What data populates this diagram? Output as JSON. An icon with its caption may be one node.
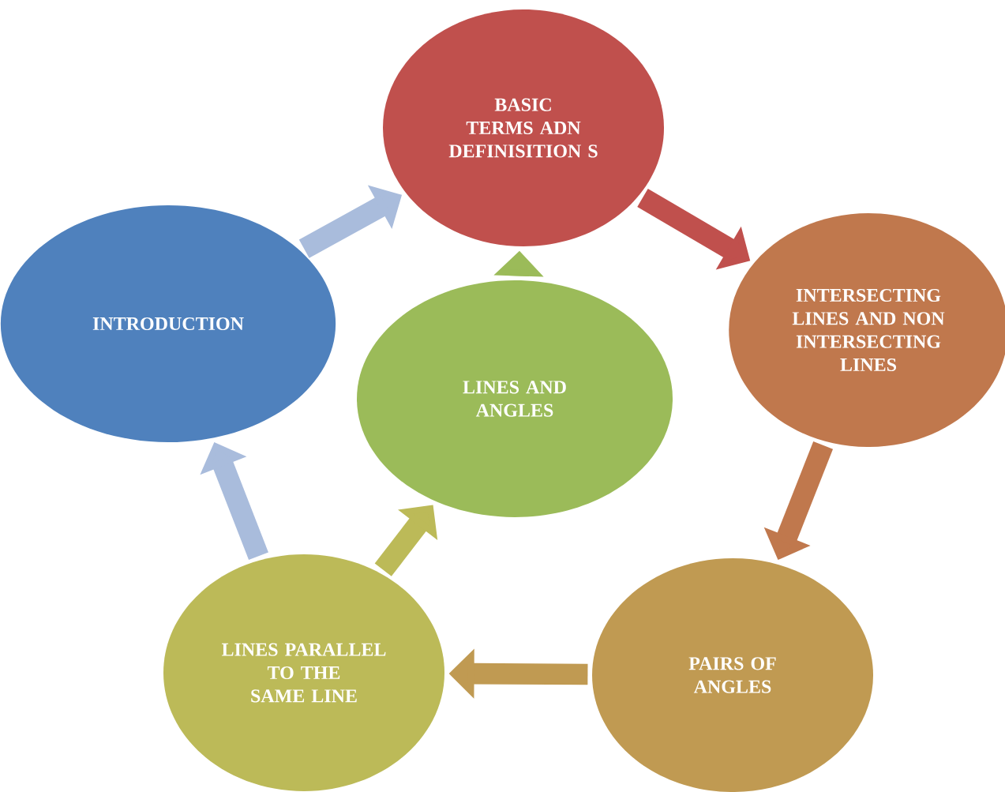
{
  "diagram": {
    "nodes": [
      {
        "text": [
          "INTRODUCTION"
        ]
      },
      {
        "text": [
          "BASIC TERMS ADN DEFINISITION S"
        ]
      },
      {
        "text": [
          "INTERSECTING LINES AND NON INTERSECTING LINES"
        ]
      },
      {
        "text": [
          "PAIRS OF ANGLES"
        ]
      },
      {
        "text": [
          "LINES PARALLEL TO THE SAME LINE"
        ]
      },
      {
        "text": [
          "LINES AND ANGLES"
        ]
      }
    ],
    "edges": [
      {
        "from": 0,
        "to": 1,
        "arrow": "to",
        "color": "#a9bcdc"
      },
      {
        "from": 1,
        "to": 2,
        "arrow": "to",
        "color": "#c0504d"
      },
      {
        "from": 2,
        "to": 3,
        "arrow": "to",
        "color": "#c0784d"
      },
      {
        "from": 3,
        "to": 4,
        "arrow": "to",
        "color": "#c09a52"
      },
      {
        "from": 4,
        "to": 0,
        "arrow": "to",
        "color": "#a9bcdc"
      },
      {
        "from": 4,
        "to": 5,
        "arrow": "to",
        "color": "#bcba58"
      },
      {
        "from": 5,
        "to": 1,
        "arrow": "to",
        "color": "#9bbb59"
      }
    ]
  }
}
